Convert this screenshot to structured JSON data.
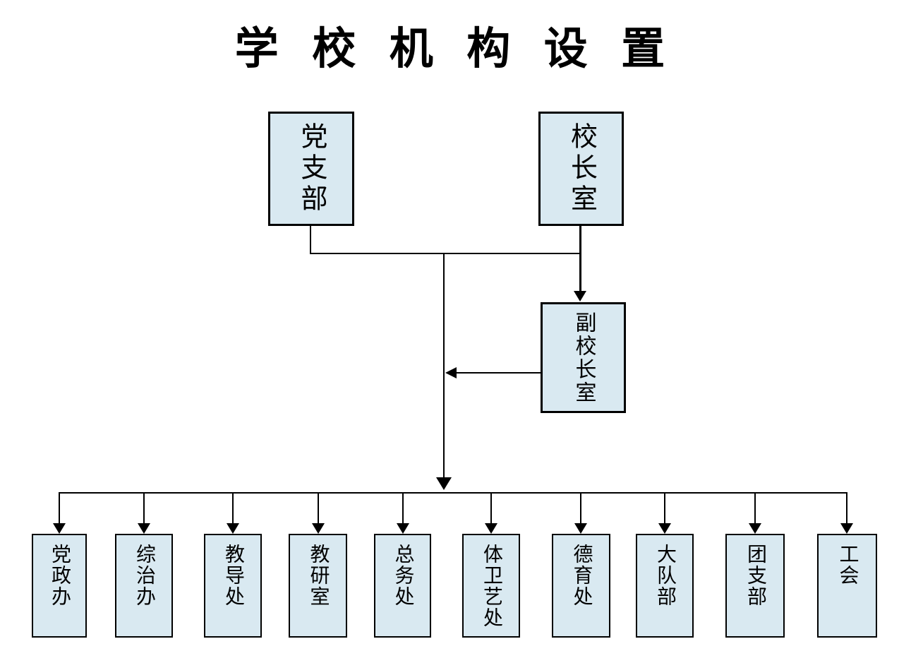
{
  "page_title": "学 校 机 构 设 置",
  "org": {
    "top": {
      "party_branch": "党支部",
      "principal_office": "校长室"
    },
    "middle": {
      "vice_principal_office": "副校长室"
    },
    "departments": [
      "党政办",
      "综治办",
      "教导处",
      "教研室",
      "总务处",
      "体卫艺处",
      "德育处",
      "大队部",
      "团支部",
      "工会"
    ],
    "relations": [
      {
        "from": "党支部",
        "to": "部门总线"
      },
      {
        "from": "校长室",
        "to": "部门总线"
      },
      {
        "from": "校长室",
        "to": "副校长室"
      },
      {
        "from": "副校长室",
        "to": "部门总线"
      },
      {
        "from": "部门总线",
        "to": "党政办"
      },
      {
        "from": "部门总线",
        "to": "综治办"
      },
      {
        "from": "部门总线",
        "to": "教导处"
      },
      {
        "from": "部门总线",
        "to": "教研室"
      },
      {
        "from": "部门总线",
        "to": "总务处"
      },
      {
        "from": "部门总线",
        "to": "体卫艺处"
      },
      {
        "from": "部门总线",
        "to": "德育处"
      },
      {
        "from": "部门总线",
        "to": "大队部"
      },
      {
        "from": "部门总线",
        "to": "团支部"
      },
      {
        "from": "部门总线",
        "to": "工会"
      }
    ]
  },
  "colors": {
    "background": "#ffffff",
    "node_fill": "#d9e9f1",
    "node_border": "#000000",
    "connector": "#000000",
    "text": "#000000"
  }
}
